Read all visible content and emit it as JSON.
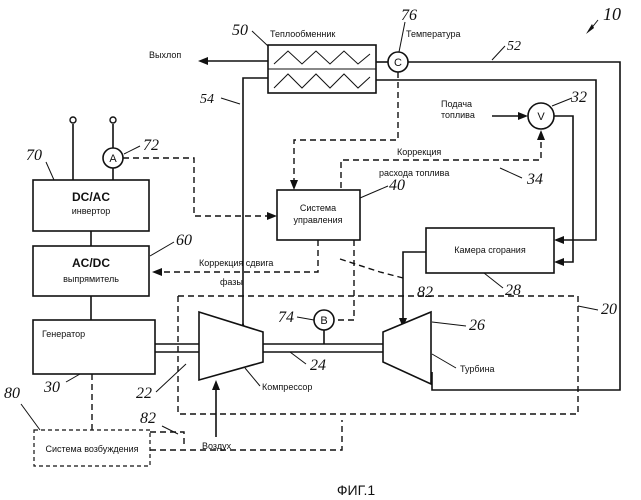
{
  "labels": {
    "heat_exchanger": "Теплообменник",
    "temperature": "Температура",
    "exhaust": "Выхлоп",
    "fuel_supply_1": "Подача",
    "fuel_supply_2": "топлива",
    "correction_1": "Коррекция",
    "correction_2": "расхода топлива",
    "dcac_title": "DC/AC",
    "dcac_sub": "инвертор",
    "acdc_title": "AC/DC",
    "acdc_sub": "выпрямитель",
    "control_1": "Система",
    "control_2": "управления",
    "combustor": "Камера сгорания",
    "phase_corr_1": "Коррекция сдвига",
    "phase_corr_2": "фазы",
    "generator": "Генератор",
    "compressor": "Компрессор",
    "turbine": "Турбина",
    "excitation": "Система возбуждения",
    "air": "Воздух",
    "figure": "ФИГ.1"
  },
  "sensors": {
    "current": "A",
    "temp": "C",
    "valve": "V",
    "speed": "B"
  },
  "refs": {
    "r10": "10",
    "r50": "50",
    "r76": "76",
    "r52": "52",
    "r54": "54",
    "r32": "32",
    "r72": "72",
    "r70": "70",
    "r40": "40",
    "r34": "34",
    "r60": "60",
    "r28": "28",
    "r82a": "82",
    "r74": "74",
    "r26": "26",
    "r20": "20",
    "r24": "24",
    "r22": "22",
    "r30": "30",
    "r80": "80",
    "r82b": "82"
  }
}
